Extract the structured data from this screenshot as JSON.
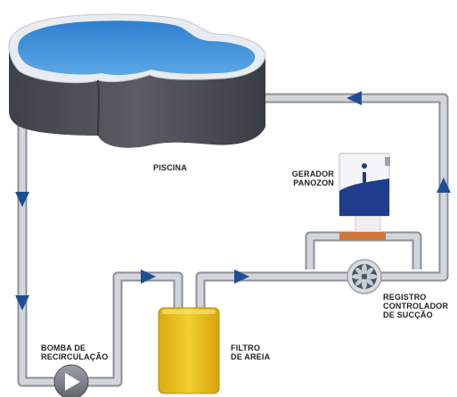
{
  "labels": {
    "piscina": "PISCINA",
    "gerador": [
      "GERADOR",
      "PANOZON"
    ],
    "registro": [
      "REGISTRO",
      "CONTROLADOR",
      "DE SUCÇÃO"
    ],
    "bomba": [
      "BOMBA DE",
      "RECIRCULAÇÃO"
    ],
    "filtro": [
      "FILTRO",
      "DE AREIA"
    ]
  },
  "colors": {
    "pipe": "#c8ccd2",
    "pipe_edge": "#8c9198",
    "arrow": "#1f4e97",
    "water": "#3d8fd6",
    "pool_wall": "#4d5057",
    "generator_blue": "#1f3d8c",
    "filter_yellow": "#eac21c",
    "valve": "#4a5564",
    "connector": "#d1763b"
  },
  "icons": {
    "pump": "play-icon",
    "valve": "fan-icon",
    "generator": "info-icon"
  }
}
